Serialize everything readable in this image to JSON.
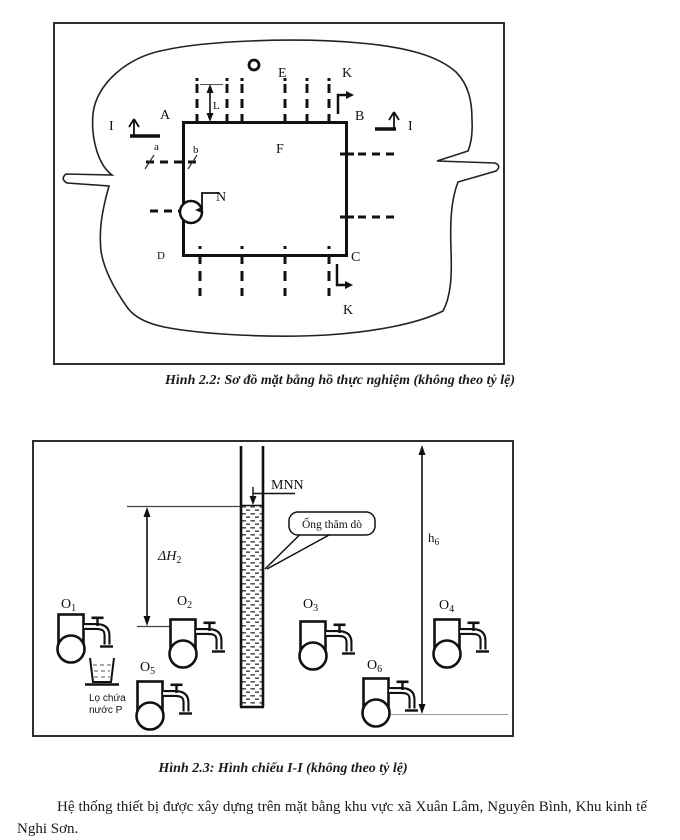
{
  "fig22": {
    "caption": "Hình 2.2: Sơ đồ mặt bằng hồ thực nghiệm (không theo tỷ lệ)",
    "corner_a": "A",
    "corner_b": "B",
    "corner_c": "C",
    "corner_d": "D",
    "label_e": "E",
    "label_f": "F",
    "label_k_top": "K",
    "label_k_bottom": "K",
    "label_i_left": "I",
    "label_i_right": "I",
    "dim_l": "L",
    "dim_a": "a",
    "dim_b": "b",
    "label_n": "N"
  },
  "fig23": {
    "caption": "Hình 2.3: Hình chiếu I-I (không theo tỷ lệ)",
    "mnn": "MNN",
    "callout": "Ống thăm dò",
    "dh_base": "ΔH",
    "dh_sub": "2",
    "h_base": "h",
    "h_sub": "6",
    "taps": [
      {
        "base": "O",
        "sub": "1"
      },
      {
        "base": "O",
        "sub": "2"
      },
      {
        "base": "O",
        "sub": "3"
      },
      {
        "base": "O",
        "sub": "4"
      },
      {
        "base": "O",
        "sub": "5"
      },
      {
        "base": "O",
        "sub": "6"
      }
    ],
    "cup_line1": "Lọ chứa",
    "cup_line2": "nước P"
  },
  "paragraph": "Hệ thống thiết bị được xây dựng trên mặt bằng khu vực xã Xuân Lâm, Nguyên Bình, Khu kinh tế Nghi Sơn."
}
